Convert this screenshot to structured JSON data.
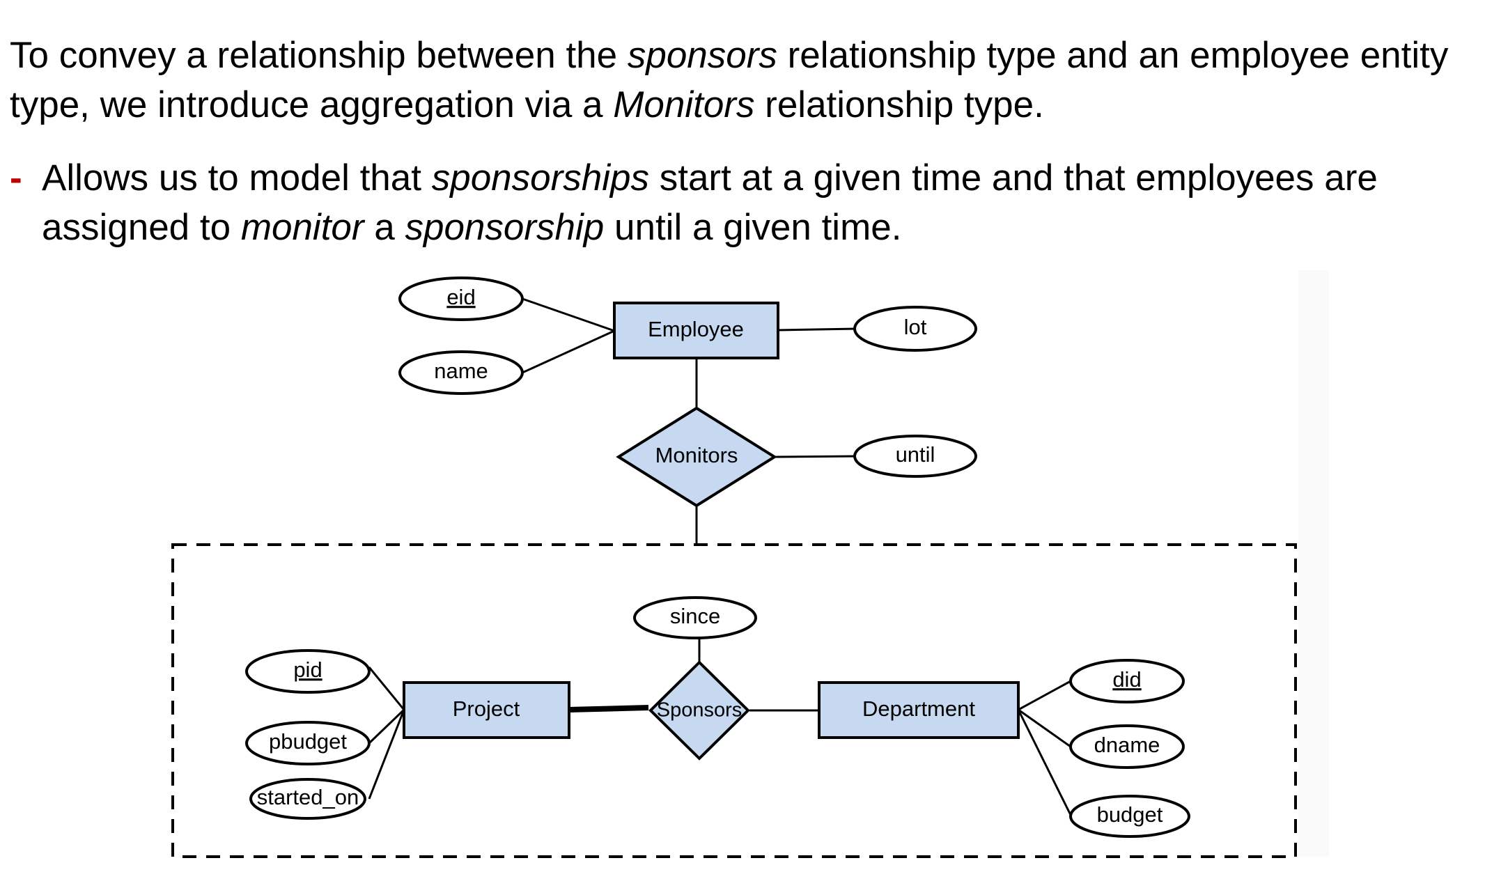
{
  "slide": {
    "para1": {
      "part1": "To convey a relationship between the ",
      "em1": "sponsors",
      "part2": " relationship type and an employee entity type, we introduce aggregation via a ",
      "em2": "Monitors",
      "part3": " relationship type."
    },
    "bullet": {
      "marker": "-",
      "part1": "Allows us to model that ",
      "em1": "sponsorships",
      "part2": " start at a given time and that employees are assigned to ",
      "em2": "monitor",
      "part3": " a ",
      "em3": "sponsorship",
      "part4": " until a given time."
    }
  },
  "diagram": {
    "entities": {
      "employee": "Employee",
      "project": "Project",
      "department": "Department"
    },
    "relationships": {
      "monitors": "Monitors",
      "sponsors": "Sponsors"
    },
    "attributes": {
      "eid": "eid",
      "name": "name",
      "lot": "lot",
      "until": "until",
      "since": "since",
      "pid": "pid",
      "pbudget": "pbudget",
      "started_on": "started_on",
      "did": "did",
      "dname": "dname",
      "budget": "budget"
    },
    "key_attributes": [
      "eid",
      "pid",
      "did"
    ],
    "colors": {
      "shape_fill": "#c6d9f0",
      "bullet_marker": "#c00000"
    }
  }
}
